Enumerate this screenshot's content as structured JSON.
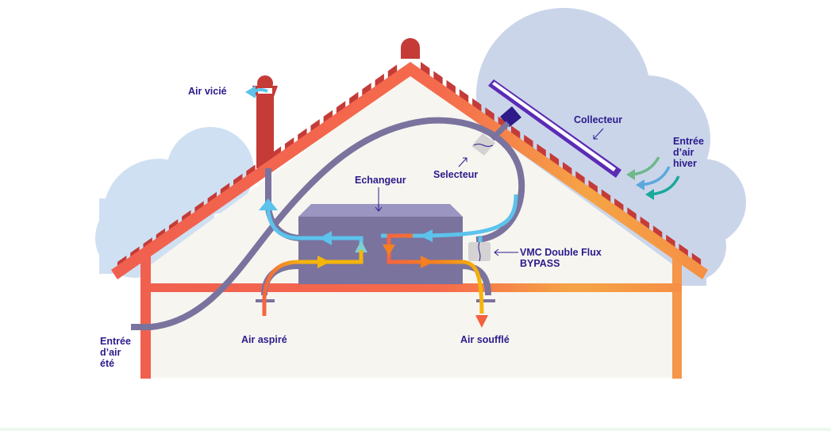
{
  "labels": {
    "air_vicie": "Air vicié",
    "echangeur": "Echangeur",
    "selecteur": "Selecteur",
    "collecteur": "Collecteur",
    "entree_hiver": [
      "Entrée",
      "d’air",
      "hiver"
    ],
    "vmc_line1": "VMC Double Flux",
    "vmc_line2": "BYPASS",
    "air_aspire": "Air aspiré",
    "air_souffle": "Air soufflé",
    "entree_ete": [
      "Entrée",
      "d’air",
      "été"
    ]
  },
  "colors": {
    "text": "#2b1b8c",
    "roof_red": "#f0604f",
    "roof_orange": "#f5a445",
    "tiles": "#c43b38",
    "duct": "#7a739e",
    "exchanger": "#7a739e",
    "cold_air": "#5bc3ec",
    "warm_air": "#f5b50a",
    "collector": "#5b2bb5",
    "cloud_left": "#cfe0f2",
    "cloud_right": "#cbd5ea",
    "interior": "#f7f5f0"
  }
}
